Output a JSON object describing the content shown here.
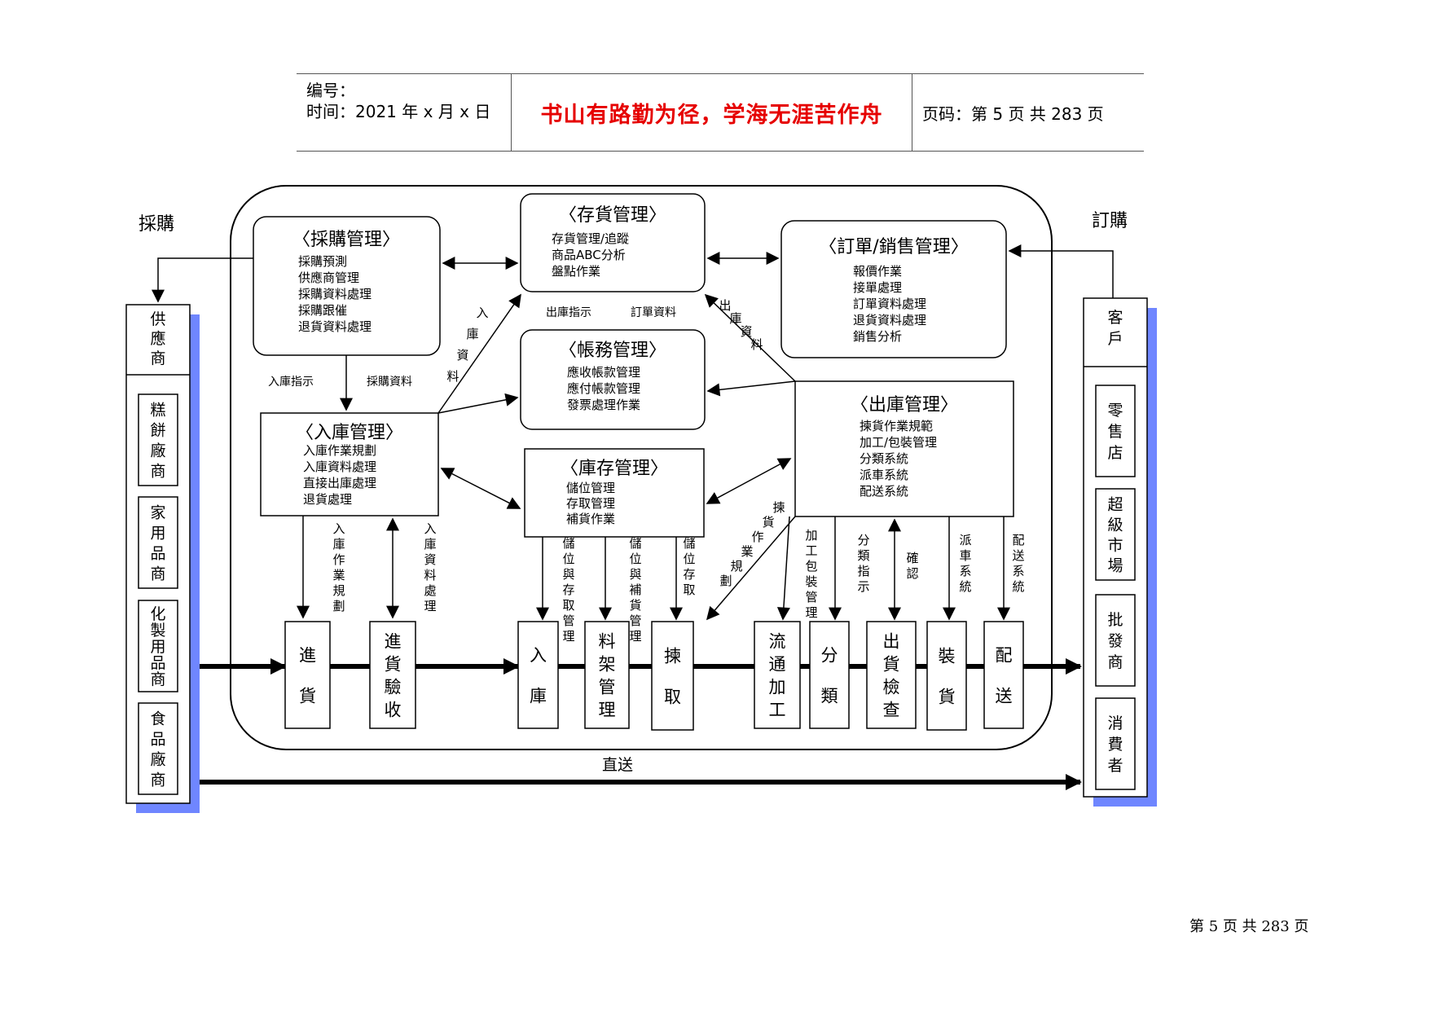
{
  "header": {
    "number_label": "编号：",
    "time_label": "时间：2021 年 x 月 x 日",
    "motto": "书山有路勤为径，学海无涯苦作舟",
    "page_info": "页码：第 5 页  共 283 页"
  },
  "footer": {
    "page_text": "第 5 页 共 283 页"
  },
  "diagram": {
    "outside_left_label": "採購",
    "outside_right_label": "訂購",
    "direct_label": "直送",
    "suppliers": {
      "title": "供應商",
      "items": [
        "糕餅廠商",
        "家用品商",
        "化製用品商",
        "食品廠商"
      ]
    },
    "customers": {
      "title": "客戶",
      "items": [
        "零售店",
        "超級市場",
        "批發商",
        "消費者"
      ]
    },
    "modules": {
      "purchase": {
        "title": "〈採購管理〉",
        "lines": [
          "採購預測",
          "供應商管理",
          "採購資料處理",
          "採購跟催",
          "退貨資料處理"
        ]
      },
      "inventory": {
        "title": "〈存貨管理〉",
        "lines": [
          "存貨管理/追蹤",
          "商品ABC分析",
          "盤點作業"
        ]
      },
      "order": {
        "title": "〈訂單/銷售管理〉",
        "lines": [
          "報價作業",
          "接單處理",
          "訂單資料處理",
          "退貨資料處理",
          "銷售分析"
        ]
      },
      "accounting": {
        "title": "〈帳務管理〉",
        "lines": [
          "應收帳款管理",
          "應付帳款管理",
          "發票處理作業"
        ]
      },
      "receiving": {
        "title": "〈入庫管理〉",
        "lines": [
          "入庫作業規劃",
          "入庫資料處理",
          "直接出庫處理",
          "退貨處理"
        ]
      },
      "storage": {
        "title": "〈庫存管理〉",
        "lines": [
          "儲位管理",
          "存取管理",
          "補貨作業"
        ]
      },
      "shipping": {
        "title": "〈出庫管理〉",
        "lines": [
          "揀貨作業規範",
          "加工/包裝管理",
          "分類系統",
          "派車系統",
          "配送系統"
        ]
      }
    },
    "flow_labels": {
      "receive_instruction": "入庫指示",
      "purchase_data": "採購資料",
      "receive_data_diag": "入庫資料",
      "ship_instruction": "出庫指示",
      "order_data": "訂單資料",
      "ship_data_diag": "出庫資料",
      "receive_plan_v": "入庫作業規劃",
      "receive_proc_v": "入庫資料處理",
      "slot_access_mgmt": "儲位與存取管理",
      "slot_replen_mgmt": "儲位與補貨管理",
      "slot_access": "儲位存取",
      "pick_plan": "揀貨作業規劃",
      "process_pack_mgmt": "加工包裝管理",
      "sort_instruction": "分類指示",
      "confirm": "確認",
      "dispatch_sys": "派車系統",
      "delivery_sys": "配送系統"
    },
    "steps": [
      "進貨",
      "進貨驗收",
      "入庫",
      "料架管理",
      "揀取",
      "流通加工",
      "分類",
      "出貨檢查",
      "裝貨",
      "配送"
    ]
  },
  "colors": {
    "motto": "#e60000",
    "shadow": "#6f86ff"
  }
}
